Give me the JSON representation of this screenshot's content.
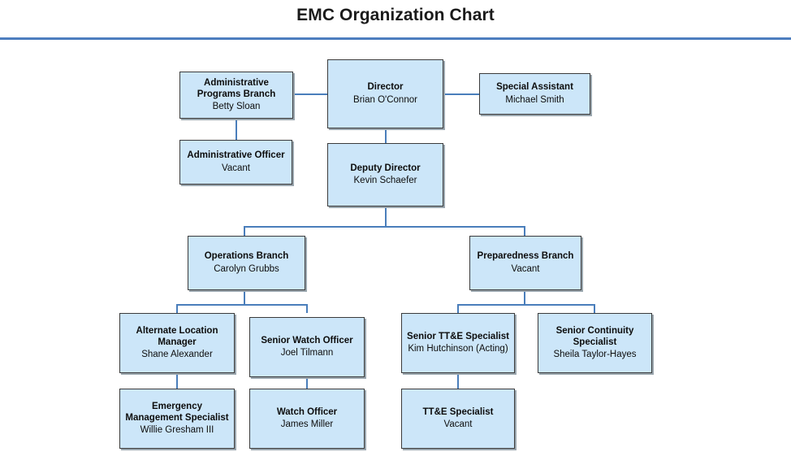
{
  "header": {
    "title": "EMC Organization Chart",
    "rule_color": "#4d7ebf"
  },
  "style": {
    "node_fill": "#cce6f9",
    "node_border": "#3b3b3b",
    "node_shadow": "#9aa6ae",
    "connector_color": "#4a7ebb",
    "text_color": "#0d0d0d"
  },
  "chart_data": {
    "type": "diagram",
    "diagram_kind": "organization-chart",
    "title": "EMC Organization Chart",
    "nodes": [
      {
        "id": "director",
        "role": "Director",
        "person": "Brian O'Connor",
        "level": 0
      },
      {
        "id": "admin-programs-branch",
        "role": "Administrative Programs Branch",
        "person": "Betty Sloan",
        "level": 1
      },
      {
        "id": "special-assistant",
        "role": "Special Assistant",
        "person": "Michael Smith",
        "level": 1
      },
      {
        "id": "administrative-officer",
        "role": "Administrative Officer",
        "person": "Vacant",
        "level": 2
      },
      {
        "id": "deputy-director",
        "role": "Deputy Director",
        "person": "Kevin Schaefer",
        "level": 1
      },
      {
        "id": "operations-branch",
        "role": "Operations Branch",
        "person": "Carolyn Grubbs",
        "level": 2
      },
      {
        "id": "preparedness-branch",
        "role": "Preparedness Branch",
        "person": "Vacant",
        "level": 2
      },
      {
        "id": "alternate-location-manager",
        "role": "Alternate Location Manager",
        "person": "Shane Alexander",
        "level": 3
      },
      {
        "id": "senior-watch-officer",
        "role": "Senior Watch Officer",
        "person": "Joel Tilmann",
        "level": 3
      },
      {
        "id": "senior-tte-specialist",
        "role": "Senior TT&E  Specialist",
        "person": "Kim Hutchinson (Acting)",
        "level": 3
      },
      {
        "id": "senior-continuity-specialist",
        "role": "Senior Continuity Specialist",
        "person": "Sheila Taylor-Hayes",
        "level": 3
      },
      {
        "id": "emergency-management-specialist",
        "role": "Emergency Management Specialist",
        "person": "Willie Gresham III",
        "level": 4
      },
      {
        "id": "watch-officer",
        "role": "Watch Officer",
        "person": "James Miller",
        "level": 4
      },
      {
        "id": "tte-specialist",
        "role": "TT&E  Specialist",
        "person": "Vacant",
        "level": 4
      }
    ],
    "edges": [
      {
        "from": "director",
        "to": "admin-programs-branch"
      },
      {
        "from": "director",
        "to": "special-assistant"
      },
      {
        "from": "director",
        "to": "deputy-director"
      },
      {
        "from": "admin-programs-branch",
        "to": "administrative-officer"
      },
      {
        "from": "deputy-director",
        "to": "operations-branch"
      },
      {
        "from": "deputy-director",
        "to": "preparedness-branch"
      },
      {
        "from": "operations-branch",
        "to": "alternate-location-manager"
      },
      {
        "from": "operations-branch",
        "to": "senior-watch-officer"
      },
      {
        "from": "preparedness-branch",
        "to": "senior-tte-specialist"
      },
      {
        "from": "preparedness-branch",
        "to": "senior-continuity-specialist"
      },
      {
        "from": "alternate-location-manager",
        "to": "emergency-management-specialist"
      },
      {
        "from": "senior-watch-officer",
        "to": "watch-officer"
      },
      {
        "from": "senior-tte-specialist",
        "to": "tte-specialist"
      }
    ]
  }
}
